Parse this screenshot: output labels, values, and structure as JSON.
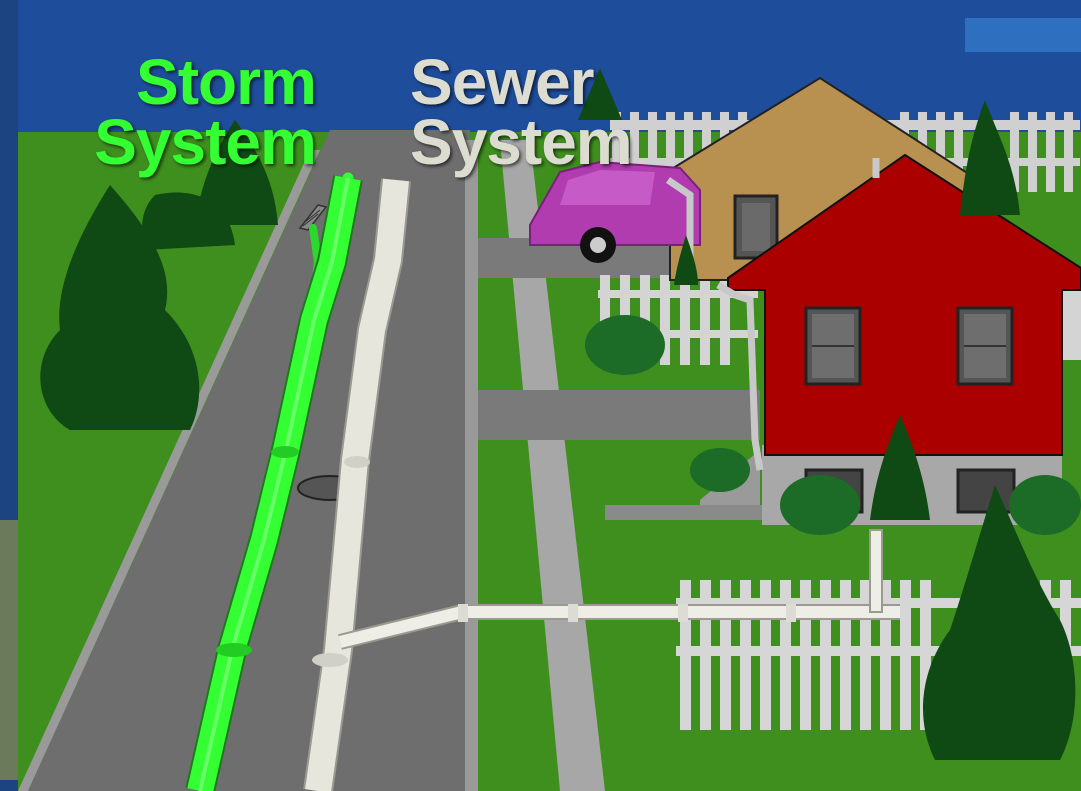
{
  "labels": {
    "storm": {
      "line1": "Storm",
      "line2": "System"
    },
    "sewer": {
      "line1": "Sewer",
      "line2": "System"
    }
  },
  "colors": {
    "storm_pipe": "#33ff33",
    "sewer_pipe": "#e6e6dc",
    "sky": "#1e4d9b",
    "grass": "#3f8f1f",
    "road": "#6e6e6e",
    "house_red": "#aa0000",
    "house_tan": "#b89050",
    "car": "#b03cb0",
    "tree": "#0f4a14"
  },
  "icons": [
    "house-red",
    "house-tan",
    "car",
    "tree",
    "picket-fence",
    "storm-drain-grate",
    "manhole-cover",
    "downspout"
  ]
}
